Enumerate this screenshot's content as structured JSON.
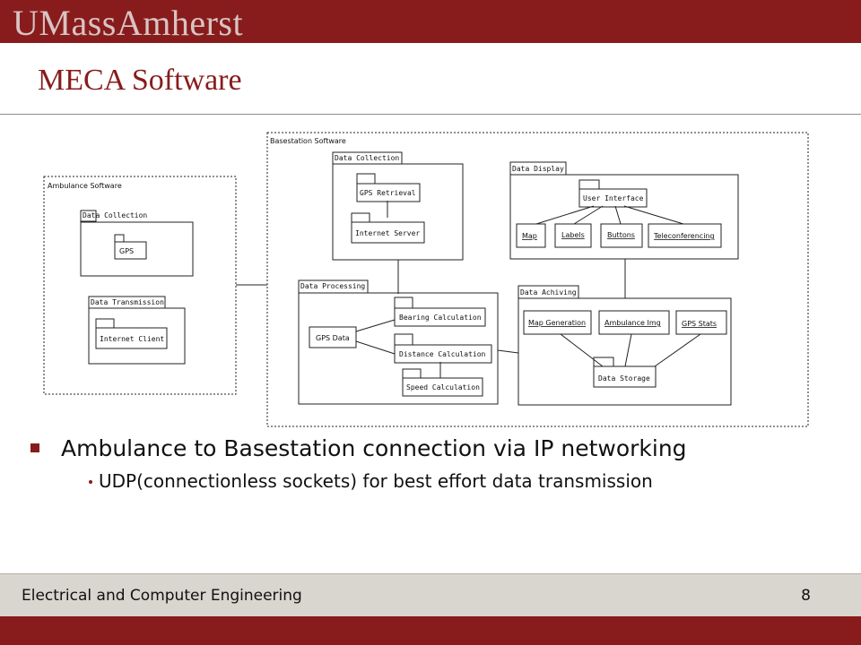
{
  "header": {
    "logo_text": "UMassAmherst"
  },
  "slide": {
    "title": "MECA Software"
  },
  "diagram": {
    "ambulance_software": {
      "label": "Ambulance Software",
      "data_collection": {
        "label": "Data Collection",
        "gps": "GPS"
      },
      "data_transmission": {
        "label": "Data Transmission",
        "internet_client": "Internet Client"
      }
    },
    "basestation_software": {
      "label": "Basestation Software",
      "data_collection": {
        "label": "Data Collection",
        "gps_retrieval": "GPS Retrieval",
        "internet_server": "Internet Server"
      },
      "data_display": {
        "label": "Data Display",
        "user_interface": "User Interface",
        "map": "Map",
        "labels": "Labels",
        "buttons": "Buttons",
        "teleconferencing": "Teleconferencing"
      },
      "data_processing": {
        "label": "Data Processing",
        "gps_data": "GPS Data",
        "bearing_calculation": "Bearing Calculation",
        "distance_calculation": "Distance Calculation",
        "speed_calculation": "Speed Calculation"
      },
      "data_archiving": {
        "label": "Data Achiving",
        "map_generation": "Map Generation",
        "ambulance_img": "Ambulance Img",
        "gps_stats": "GPS Stats",
        "data_storage": "Data Storage"
      }
    }
  },
  "bullets": [
    {
      "text": "Ambulance to Basestation connection via IP networking"
    },
    {
      "text": "UDP(connectionless sockets) for best effort data transmission"
    }
  ],
  "footer": {
    "department": "Electrical and Computer Engineering",
    "page_number": "8"
  },
  "colors": {
    "brand_maroon": "#881c1c",
    "footer_bg": "#d9d5cf"
  }
}
